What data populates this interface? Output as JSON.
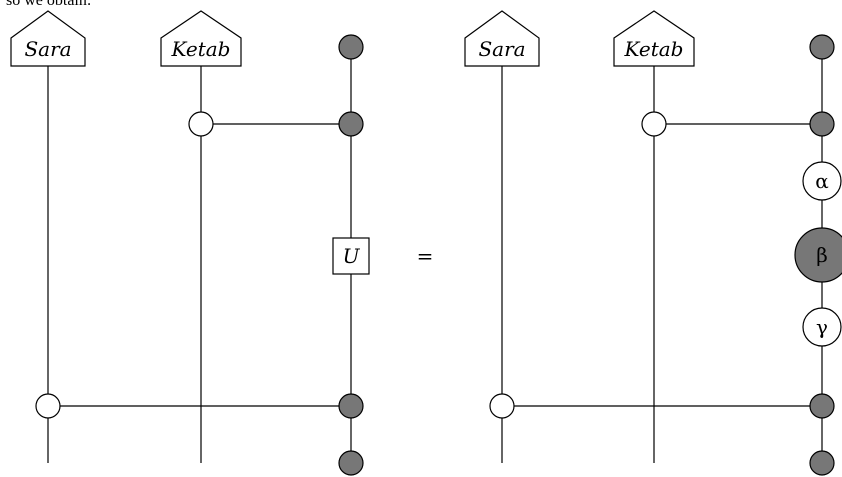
{
  "caption": "so we obtain:",
  "equals": "=",
  "left": {
    "sara_label": "Sara",
    "ketab_label": "Ketab",
    "gate_label": "U"
  },
  "right": {
    "sara_label": "Sara",
    "ketab_label": "Ketab",
    "alpha_label": "α",
    "beta_label": "β",
    "gamma_label": "γ"
  },
  "colors": {
    "grey_node": "#777777",
    "white_node": "#ffffff",
    "line": "#000000"
  }
}
